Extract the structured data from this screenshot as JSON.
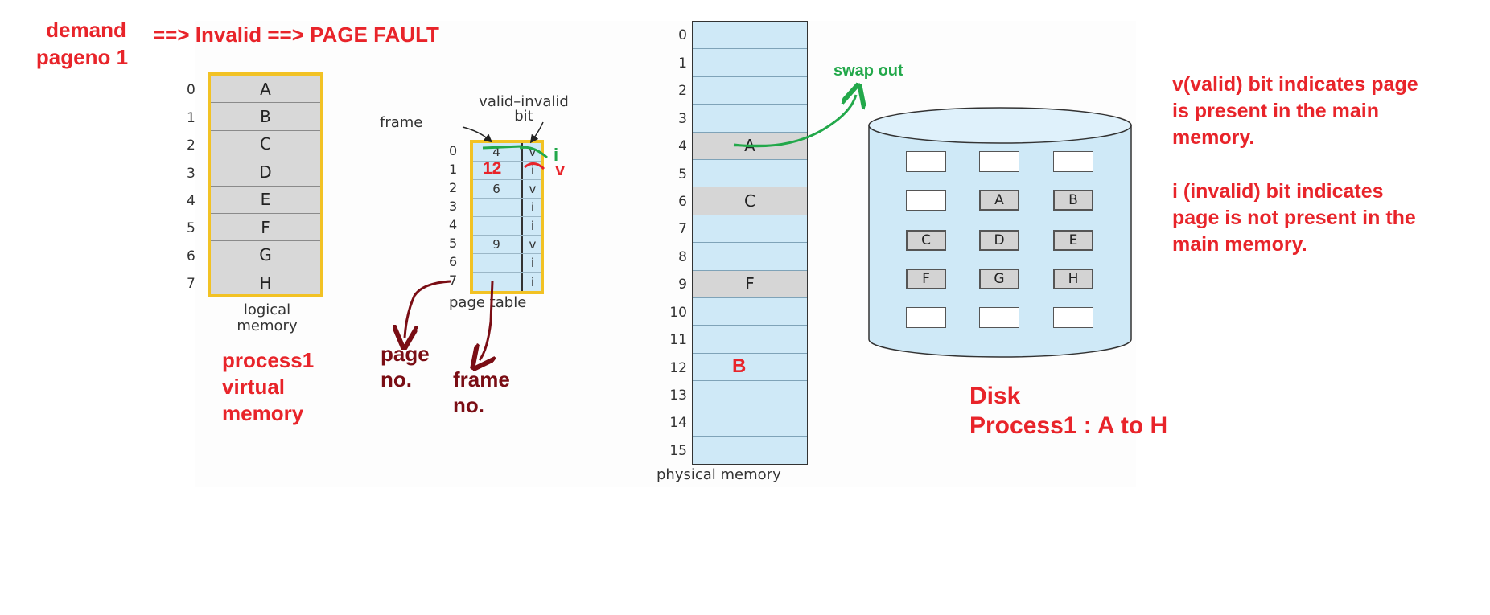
{
  "annotations": {
    "demand_line1": "demand",
    "demand_line2": "pageno 1",
    "invalid_fault": "==> Invalid ==> PAGE FAULT",
    "swap_out": "swap out",
    "valid_note_lines": [
      "v(valid) bit indicates page",
      "is present in the main",
      "memory."
    ],
    "invalid_note_lines": [
      "i (invalid) bit indicates",
      "page is not present in the",
      "main memory."
    ],
    "process_lines": [
      "process1",
      "virtual",
      "memory"
    ],
    "page_no_lines": [
      "page",
      "no."
    ],
    "frame_no_lines": [
      "frame",
      "no."
    ],
    "disk_line1": "Disk",
    "disk_line2": "Process1 : A to H",
    "pt_overwrite_frame": "12",
    "pt_overwrite_bit_i": "i",
    "pt_overwrite_bit_v": "v",
    "pm_overwrite_b": "B"
  },
  "logical_memory": {
    "caption_line1": "logical",
    "caption_line2": "memory",
    "indices": [
      "0",
      "1",
      "2",
      "3",
      "4",
      "5",
      "6",
      "7"
    ],
    "pages": [
      "A",
      "B",
      "C",
      "D",
      "E",
      "F",
      "G",
      "H"
    ]
  },
  "page_table": {
    "caption": "page table",
    "frame_header": "frame",
    "bit_header_line1": "valid–invalid",
    "bit_header_line2": "bit",
    "indices": [
      "0",
      "1",
      "2",
      "3",
      "4",
      "5",
      "6",
      "7"
    ],
    "frames": [
      "4",
      "",
      "6",
      "",
      "",
      "9",
      "",
      ""
    ],
    "bits": [
      "v",
      "i",
      "v",
      "i",
      "i",
      "v",
      "i",
      "i"
    ]
  },
  "physical_memory": {
    "caption": "physical memory",
    "indices": [
      "0",
      "1",
      "2",
      "3",
      "4",
      "5",
      "6",
      "7",
      "8",
      "9",
      "10",
      "11",
      "12",
      "13",
      "14",
      "15"
    ],
    "contents": [
      "",
      "",
      "",
      "",
      "A",
      "",
      "C",
      "",
      "",
      "F",
      "",
      "",
      "",
      "",
      "",
      ""
    ]
  },
  "disk": {
    "cells": [
      "",
      "",
      "",
      "",
      "A",
      "B",
      "C",
      "D",
      "E",
      "F",
      "G",
      "H",
      "",
      "",
      ""
    ]
  },
  "colors": {
    "annotation_red": "#e8242a",
    "annotation_green": "#22a84a",
    "annotation_maroon": "#7a0d14",
    "highlight_yellow": "#f2c224",
    "memory_blue": "#cfe9f7",
    "occupied_gray": "#d6d6d6"
  }
}
